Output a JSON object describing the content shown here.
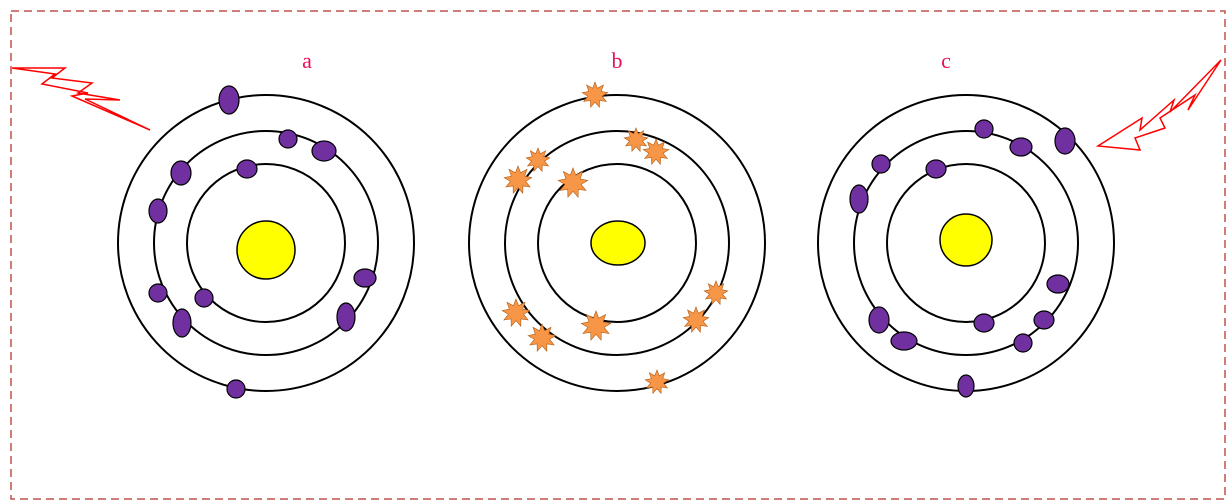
{
  "colors": {
    "frame": "#c0504d",
    "orbit": "#000000",
    "nucleus": "#ffff00",
    "electron": "#7030a0",
    "excited_electron": "#f79646",
    "label": "#e8105a",
    "lightning": "#ff0000"
  },
  "atoms": [
    {
      "label": "a",
      "state": "ground",
      "electron_style": "purple-oval",
      "electron_count": 12,
      "lightning": "incoming-left"
    },
    {
      "label": "b",
      "state": "excited",
      "electron_style": "orange-star",
      "electron_count": 12,
      "lightning": "none"
    },
    {
      "label": "c",
      "state": "emitting",
      "electron_style": "purple-oval",
      "electron_count": 13,
      "lightning": "outgoing-right"
    }
  ],
  "icons": [
    "lightning-bolt-icon",
    "nucleus-icon",
    "electron-icon",
    "excited-electron-icon"
  ]
}
